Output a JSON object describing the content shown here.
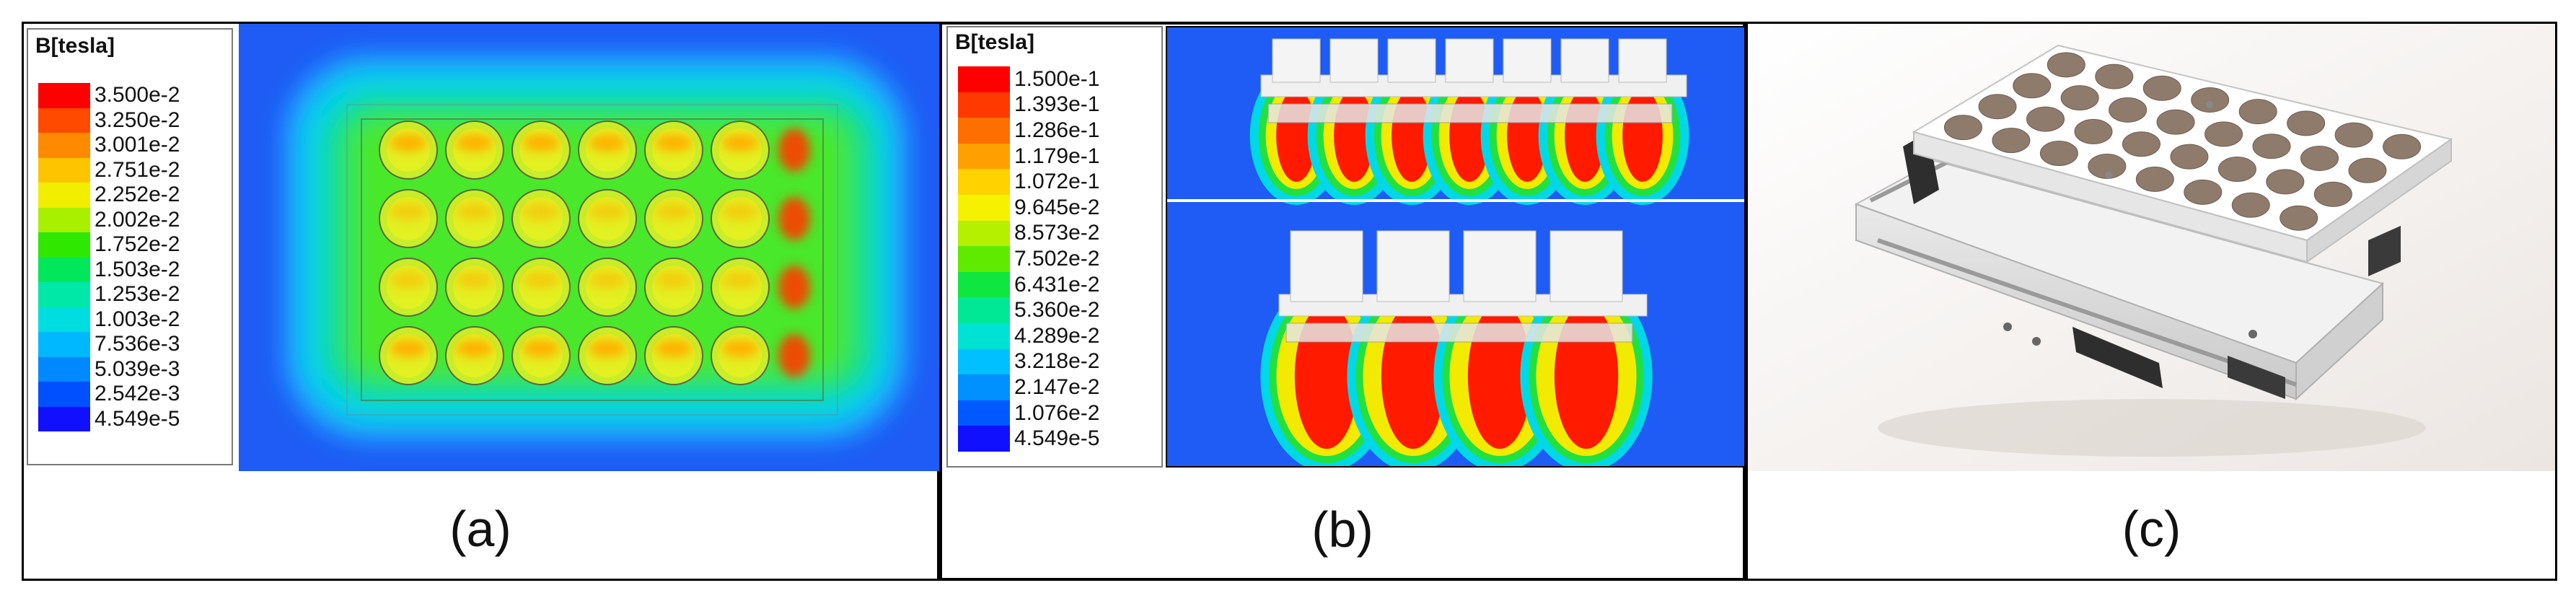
{
  "panels": {
    "a": {
      "caption": "(a)",
      "legend": {
        "title": "B[tesla]",
        "entries": [
          "3.500e-2",
          "3.250e-2",
          "3.001e-2",
          "2.751e-2",
          "2.252e-2",
          "2.002e-2",
          "1.752e-2",
          "1.503e-2",
          "1.253e-2",
          "1.003e-2",
          "7.536e-3",
          "5.039e-3",
          "2.542e-3",
          "4.549e-5"
        ],
        "colors": [
          "#ff0000",
          "#ff4a00",
          "#ff8a00",
          "#ffc400",
          "#f2ee00",
          "#a8f000",
          "#2ee800",
          "#00e85a",
          "#00e8a8",
          "#00dde0",
          "#00b8ff",
          "#0088ff",
          "#0050ff",
          "#1010ff"
        ]
      }
    },
    "b": {
      "caption": "(b)",
      "legend": {
        "title": "B[tesla]",
        "entries": [
          "1.500e-1",
          "1.393e-1",
          "1.286e-1",
          "1.179e-1",
          "1.072e-1",
          "9.645e-2",
          "8.573e-2",
          "7.502e-2",
          "6.431e-2",
          "5.360e-2",
          "4.289e-2",
          "3.218e-2",
          "2.147e-2",
          "1.076e-2",
          "4.549e-5"
        ],
        "colors": [
          "#ff0000",
          "#ff3a00",
          "#ff6e00",
          "#ffa000",
          "#ffd200",
          "#f5f200",
          "#b4f000",
          "#60ea00",
          "#10e640",
          "#00e896",
          "#00e2d4",
          "#00c0ff",
          "#0090ff",
          "#0058ff",
          "#1010ff"
        ]
      }
    },
    "c": {
      "caption": "(c)"
    }
  }
}
